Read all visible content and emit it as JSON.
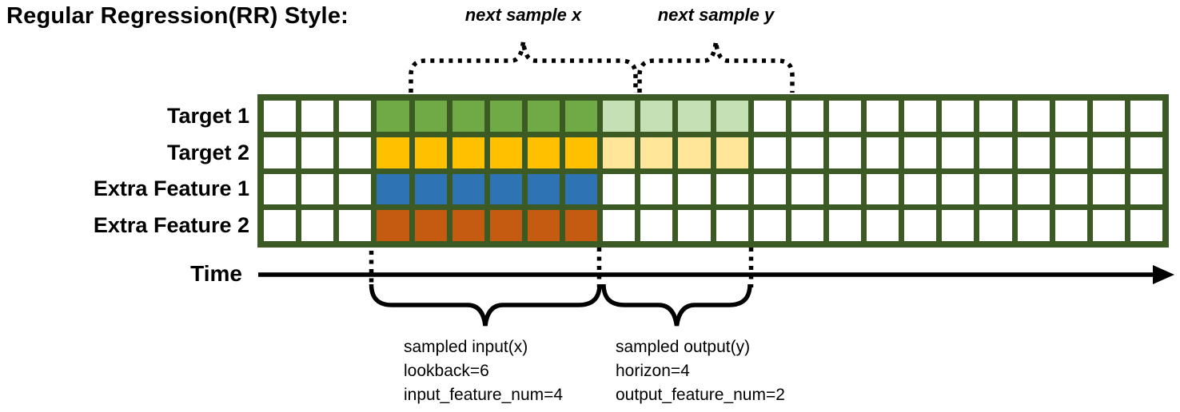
{
  "title": "Regular Regression(RR) Style:",
  "top_braces": {
    "next_sample_x_label": "next sample x",
    "next_sample_y_label": "next sample y"
  },
  "grid": {
    "num_columns": 24,
    "lookback": 6,
    "horizon": 4,
    "input_start_column": 4,
    "border_color": "#3C5A23",
    "empty_cell_color": "#FFFFFF",
    "rows": [
      {
        "label": "Target 1",
        "input_color": "#6FAA47",
        "output_color": "#C5E0B4"
      },
      {
        "label": "Target 2",
        "input_color": "#FFC000",
        "output_color": "#FFE699"
      },
      {
        "label": "Extra Feature 1",
        "input_color": "#2E74B5",
        "output_color": null
      },
      {
        "label": "Extra Feature 2",
        "input_color": "#C55A11",
        "output_color": null
      }
    ]
  },
  "time_axis": {
    "label": "Time"
  },
  "bottom_annotations": {
    "input": {
      "lines": [
        "sampled input(x)",
        "lookback=6",
        "input_feature_num=4"
      ]
    },
    "output": {
      "lines": [
        "sampled output(y)",
        "horizon=4",
        "output_feature_num=2"
      ]
    }
  }
}
